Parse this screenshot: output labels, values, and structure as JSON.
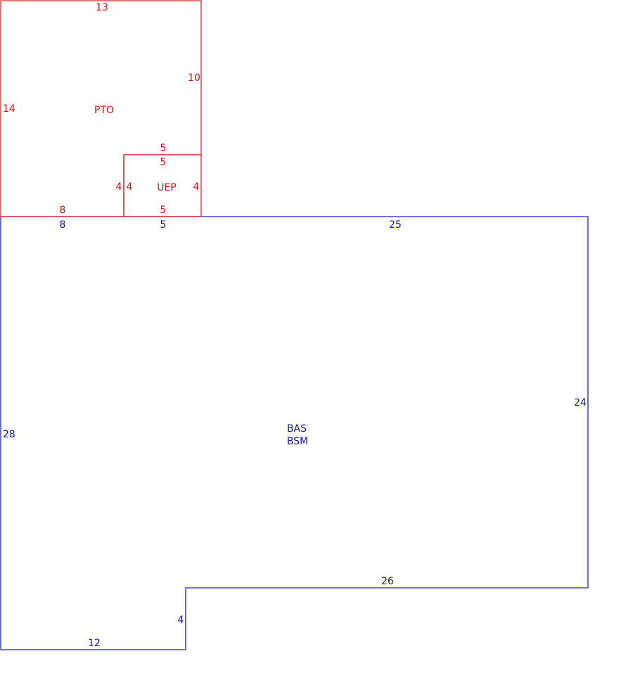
{
  "colors": {
    "upper_areas": "#cc1111",
    "main_area": "#1111bb"
  },
  "areas": {
    "pto": {
      "label": "PTO",
      "sides": {
        "top": "13",
        "right": "10",
        "left": "14",
        "bottom": "8"
      }
    },
    "uep": {
      "label": "UEP",
      "sides": {
        "top_outer": "5",
        "top_inner": "5",
        "left_outer": "4",
        "left_inner": "4",
        "right": "4",
        "bottom": "5"
      }
    },
    "bas": {
      "label": "BAS",
      "label2": "BSM",
      "sides": {
        "top_a": "8",
        "top_b": "5",
        "top_c": "25",
        "right": "24",
        "notch_top": "26",
        "notch_side": "4",
        "bottom": "12",
        "left": "28"
      }
    }
  }
}
